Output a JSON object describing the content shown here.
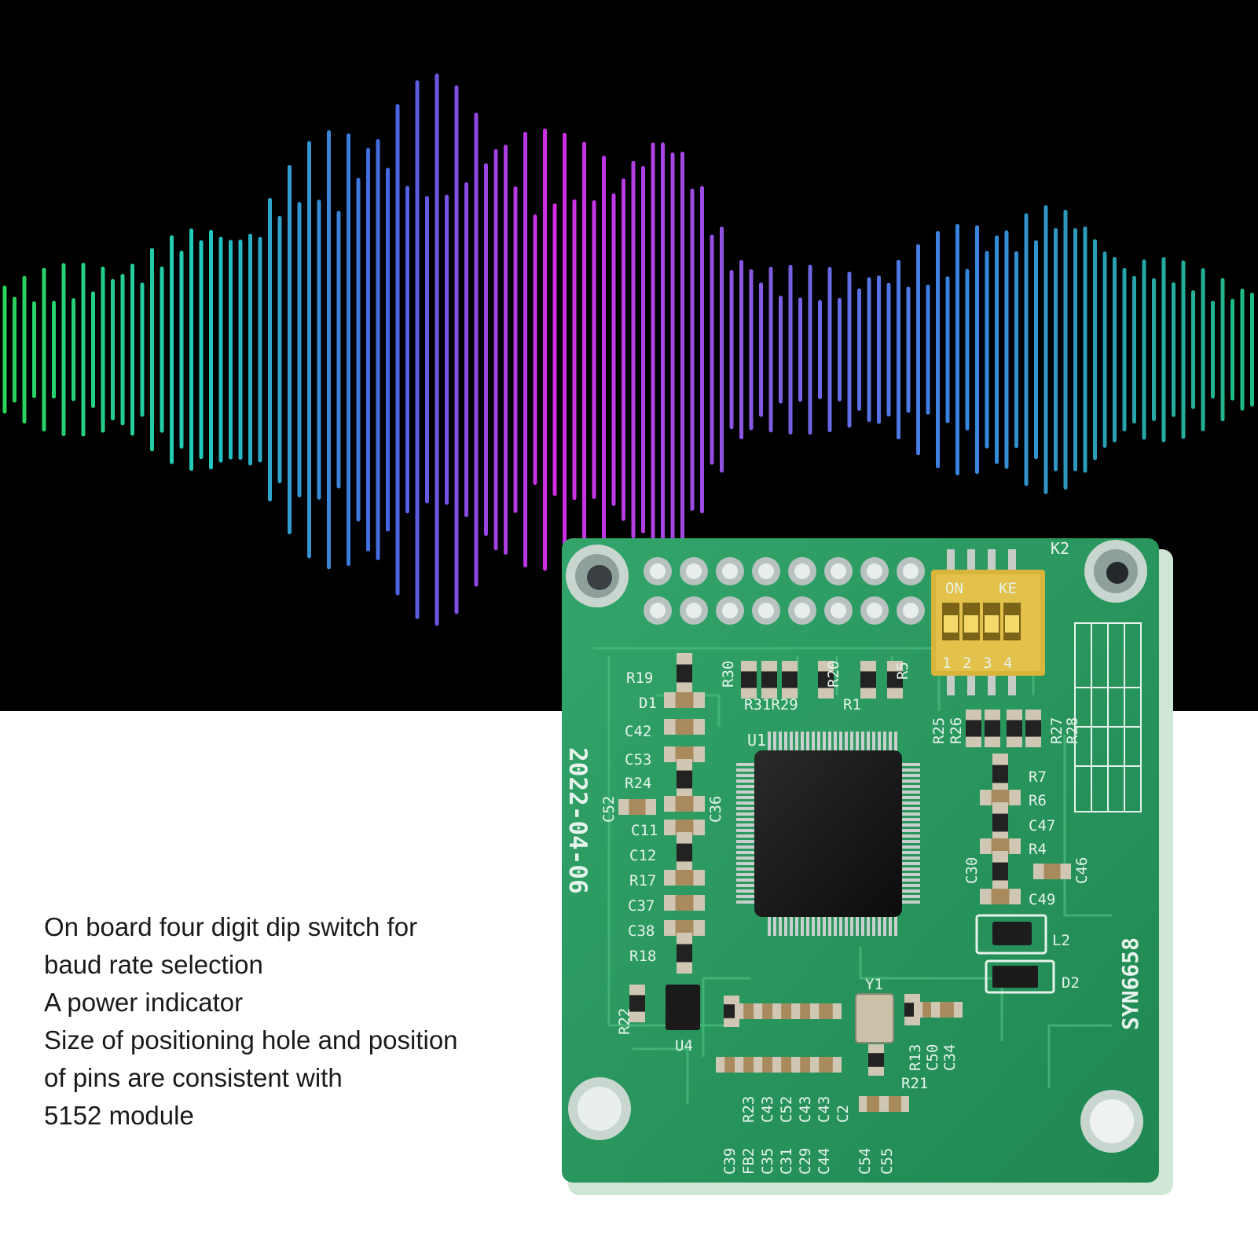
{
  "banner": {
    "colors": [
      "#2ee05a",
      "#22d6c8",
      "#4a6cf0",
      "#e030f0",
      "#3a8cf0",
      "#20c68a"
    ]
  },
  "description": {
    "lines": [
      "On board four digit dip switch for",
      "baud rate selection",
      "A power indicator",
      "Size of positioning hole and position",
      "of pins are consistent with",
      "5152 module"
    ]
  },
  "board": {
    "model": "SYN6658",
    "date_code": "2022-04-06",
    "dip_switch": {
      "on_label": "ON",
      "brand_label": "KE",
      "positions": [
        "1",
        "2",
        "3",
        "4"
      ]
    },
    "switch_ref": "K2",
    "chip_ref": "U1",
    "regulator_ref": "U4",
    "crystal_ref": "Y1",
    "refs": {
      "r19": "R19",
      "d1": "D1",
      "c42": "C42",
      "c53": "C53",
      "r24": "R24",
      "c52": "C52",
      "c36": "C36",
      "c11": "C11",
      "c12": "C12",
      "r17": "R17",
      "c37": "C37",
      "c38": "C38",
      "r18": "R18",
      "r30": "R30",
      "r31r29": "R31R29",
      "r20": "R20",
      "r1": "R1",
      "r5": "R5",
      "r25": "R25",
      "r26": "R26",
      "r27": "R27",
      "r28": "R28",
      "r7": "R7",
      "r6": "R6",
      "c47": "C47",
      "r4": "R4",
      "c30": "C30",
      "c46": "C46",
      "c49": "C49",
      "l2": "L2",
      "d2": "D2",
      "r22": "R22",
      "r13": "R13",
      "c50": "C50",
      "c34": "C34",
      "r21": "R21",
      "bottom_row": [
        "C39",
        "FB2",
        "C35",
        "C31",
        "C29",
        "C44",
        "C54",
        "C55"
      ],
      "bottom_row_upper": [
        "R23",
        "C43",
        "C52",
        "C43",
        "C43",
        "C2"
      ]
    }
  }
}
